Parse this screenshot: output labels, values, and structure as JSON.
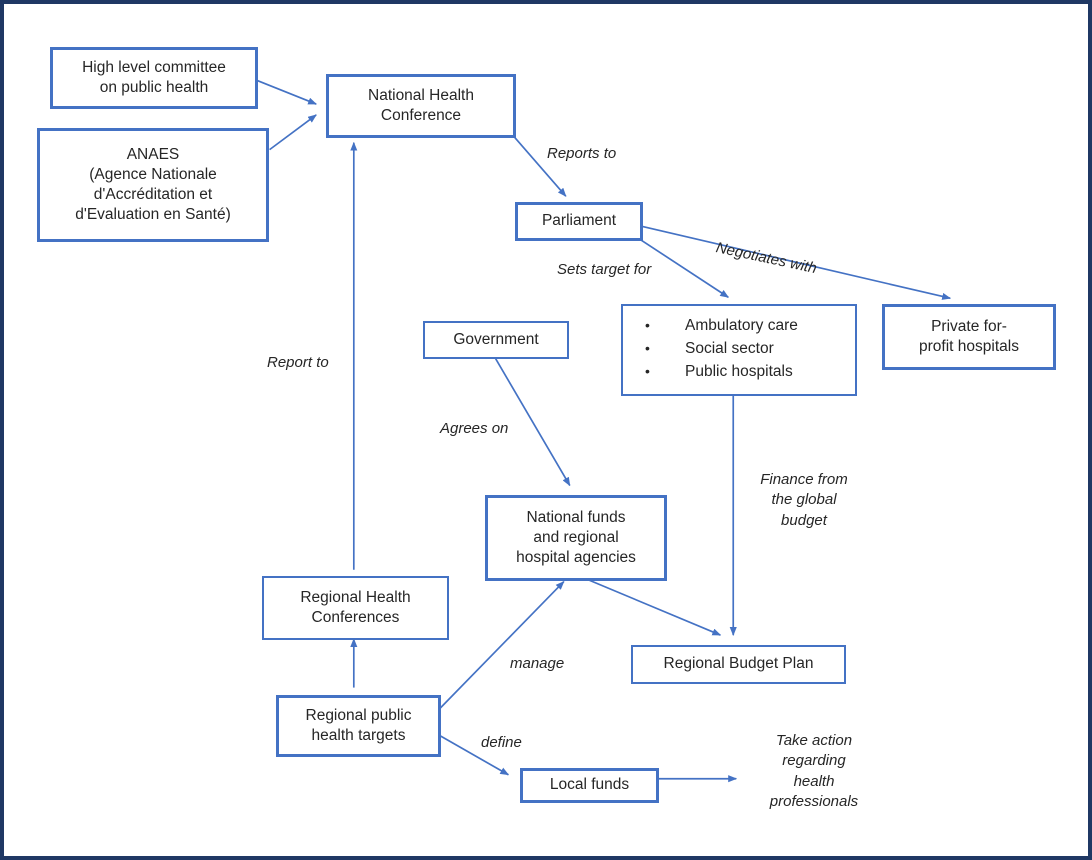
{
  "nodes": {
    "high_level_committee": {
      "lines": [
        "High level committee",
        "on public health"
      ]
    },
    "anaes": {
      "lines": [
        "ANAES",
        "(Agence Nationale",
        "d'Accréditation et",
        "d'Evaluation en Santé)"
      ]
    },
    "national_health_conference": {
      "lines": [
        "National Health",
        "Conference"
      ]
    },
    "parliament": {
      "label": "Parliament"
    },
    "government": {
      "label": "Government"
    },
    "sectors": {
      "items": [
        "Ambulatory care",
        "Social sector",
        "Public hospitals"
      ],
      "bullet": "•"
    },
    "private_hospitals": {
      "lines": [
        "Private for-",
        "profit hospitals"
      ]
    },
    "national_funds": {
      "lines": [
        "National funds",
        "and regional",
        "hospital agencies"
      ]
    },
    "regional_health_conferences": {
      "lines": [
        "Regional Health",
        "Conferences"
      ]
    },
    "regional_targets": {
      "lines": [
        "Regional public",
        "health targets"
      ]
    },
    "regional_budget_plan": {
      "label": "Regional Budget Plan"
    },
    "local_funds": {
      "label": "Local funds"
    }
  },
  "edge_labels": {
    "reports_to": "Reports to",
    "negotiates_with": "Negotiates with",
    "sets_target_for": "Sets target for",
    "report_to": "Report to",
    "agrees_on": "Agrees on",
    "finance": {
      "lines": [
        "Finance from",
        "the global",
        "budget"
      ]
    },
    "manage": "manage",
    "define": "define",
    "take_action": {
      "lines": [
        "Take action",
        "regarding",
        "health",
        "professionals"
      ]
    }
  },
  "colors": {
    "box_border": "#4472C4",
    "arrow": "#4472C4",
    "frame": "#1F3864",
    "text": "#262626"
  }
}
